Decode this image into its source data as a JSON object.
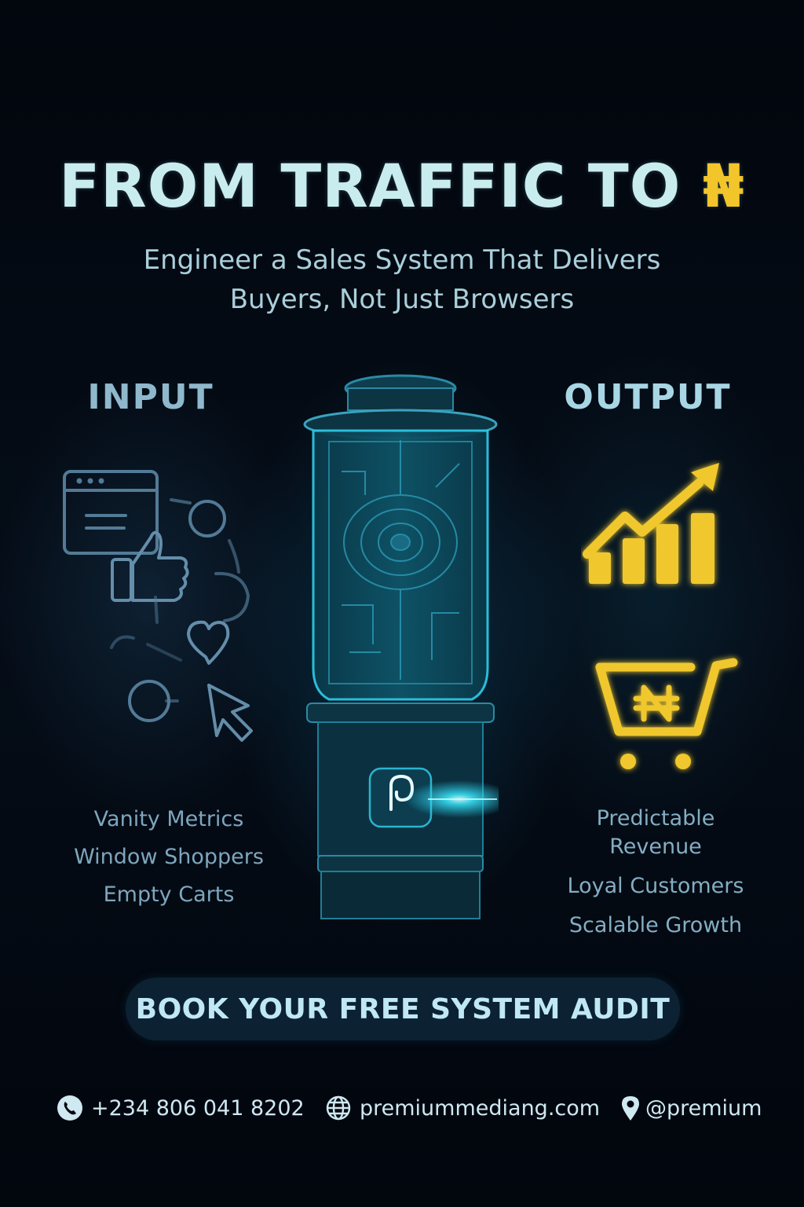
{
  "header": {
    "title_text": "FROM TRAFFIC TO",
    "title_currency_symbol": "₦",
    "subtitle_line1": "Engineer a Sales System That Delivers",
    "subtitle_line2": "Buyers, Not Just Browsers"
  },
  "input": {
    "heading": "INPUT",
    "icons": [
      "browser-window-icon",
      "thumbs-up-icon",
      "heart-icon",
      "cursor-icon",
      "node-circle-icon"
    ],
    "items": [
      "Vanity Metrics",
      "Window Shoppers",
      "Empty Carts"
    ]
  },
  "output": {
    "heading": "OUTPUT",
    "icons": [
      "growth-chart-icon",
      "naira-cart-icon"
    ],
    "items": [
      "Predictable\nRevenue",
      "Loyal Customers",
      "Scalable Growth"
    ],
    "item1_line1": "Predictable",
    "item1_line2": "Revenue"
  },
  "device": {
    "logo_letter": "P"
  },
  "cta": {
    "label": "BOOK YOUR FREE SYSTEM AUDIT"
  },
  "footer": {
    "phone": "+234 806 041 8202",
    "website": "premiummediang.com",
    "social": "@premium"
  },
  "colors": {
    "background": "#02060d",
    "title": "#c9ecef",
    "accent_gold": "#f2c52a",
    "cyan_glow": "#2fd6f0",
    "cta_bg": "#0c2233",
    "muted_text": "#7ea6bd"
  }
}
